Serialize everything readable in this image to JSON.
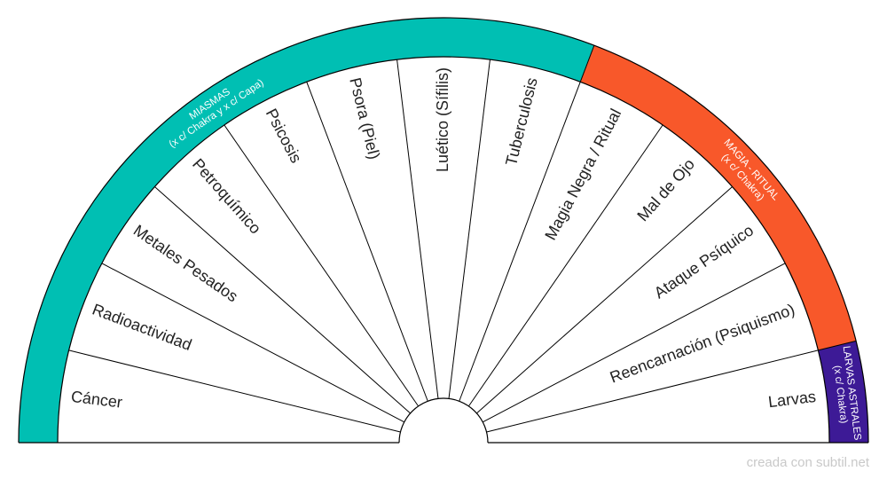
{
  "segments": [
    "Cáncer",
    "Radioactividad",
    "Metales Pesados",
    "Petroquímico",
    "Psicosis",
    "Psora (Piel)",
    "Luético (Sífilis)",
    "Tuberculosis",
    "Magia Negra / Ritual",
    "Mal de Ojo",
    "Ataque Psíquico",
    "Reencarnación (Psiquismo)",
    "Larvas"
  ],
  "groups": [
    {
      "lines": [
        "MIASMAS",
        "(x c/ Chakra y x c/ Capa)"
      ],
      "color": "#00bfb3",
      "start": 0,
      "count": 8
    },
    {
      "lines": [
        "MAGIA - RITUAL",
        "(x c/ Chakra)"
      ],
      "color": "#f8582a",
      "start": 8,
      "count": 4
    },
    {
      "lines": [
        "LARVAS ASTRALES",
        "(x c/ Chakra)"
      ],
      "color": "#3d1a96",
      "start": 12,
      "count": 1
    }
  ],
  "colors": {
    "outline": "#000000",
    "background": "#ffffff"
  },
  "credit": "creada con subtil.net"
}
